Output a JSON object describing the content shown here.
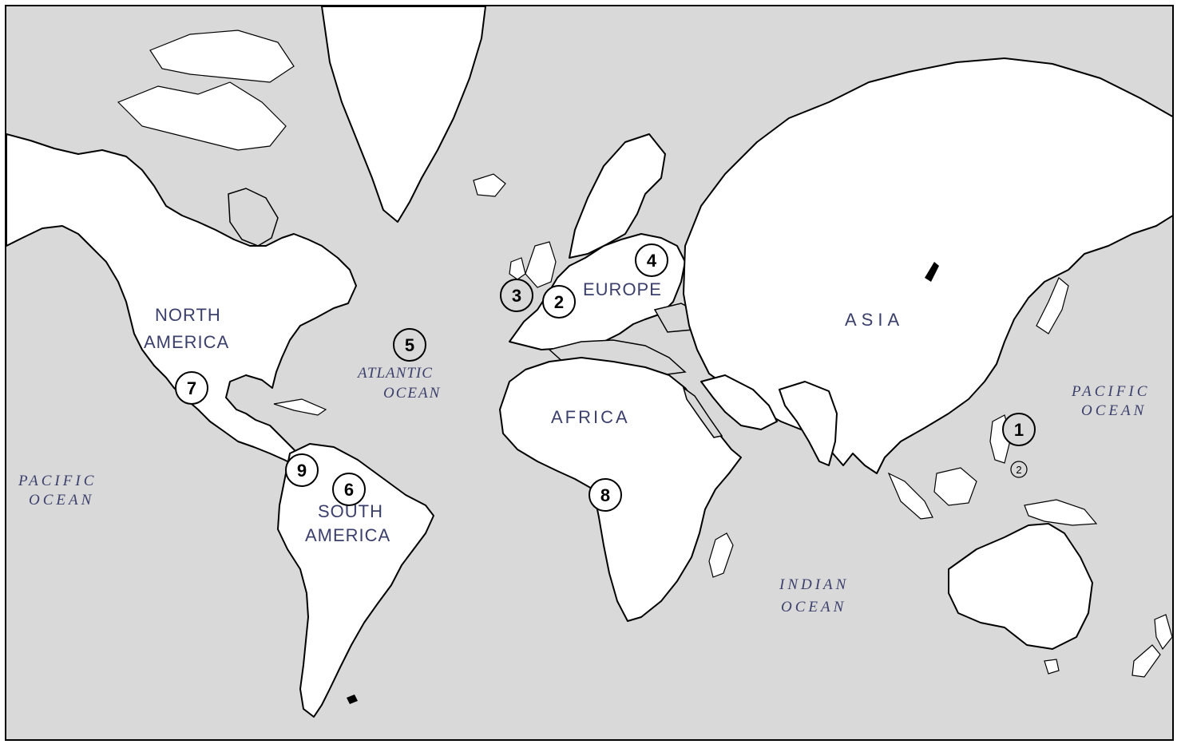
{
  "map": {
    "colors": {
      "ocean": "#d9d9d9",
      "land": "#ffffff",
      "outline": "#000000",
      "label": "#3b3f6b"
    },
    "continents": {
      "north_america_1": "NORTH",
      "north_america_2": "AMERICA",
      "south_america_1": "SOUTH",
      "south_america_2": "AMERICA",
      "europe": "EUROPE",
      "asia": "ASIA",
      "africa": "AFRICA"
    },
    "oceans": {
      "atlantic_1": "ATLANTIC",
      "atlantic_2": "OCEAN",
      "pacific_west_1": "PACIFIC",
      "pacific_west_2": "OCEAN",
      "pacific_east_1": "PACIFIC",
      "pacific_east_2": "OCEAN",
      "indian_1": "INDIAN",
      "indian_2": "OCEAN"
    },
    "markers": {
      "m1": "1",
      "m2_pacific": "2",
      "m2_europe": "2",
      "m3": "3",
      "m4": "4",
      "m5": "5",
      "m6": "6",
      "m7": "7",
      "m8": "8",
      "m9": "9"
    }
  }
}
